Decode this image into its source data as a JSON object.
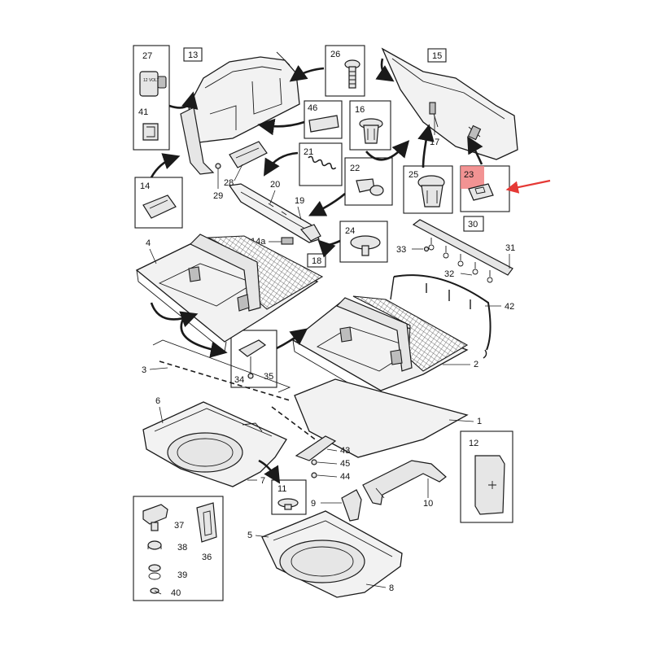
{
  "labels": {
    "l1": "1",
    "l2": "2",
    "l3": "3",
    "l4": "4",
    "l5": "5",
    "l6": "6",
    "l7": "7",
    "l8": "8",
    "l9": "9",
    "l10": "10",
    "l11": "11",
    "l12": "12",
    "l13": "13",
    "l14": "14",
    "l14a": "14a",
    "l15": "15",
    "l16": "16",
    "l17": "17",
    "l18": "18",
    "l19": "19",
    "l20": "20",
    "l21": "21",
    "l22": "22",
    "l23": "23",
    "l24": "24",
    "l25": "25",
    "l26": "26",
    "l27": "27",
    "l28": "28",
    "l29": "29",
    "l30": "30",
    "l31": "31",
    "l32": "32",
    "l33": "33",
    "l34": "34",
    "l35": "35",
    "l36": "36",
    "l37": "37",
    "l38": "38",
    "l39": "39",
    "l40": "40",
    "l41": "41",
    "l42": "42",
    "l43": "43",
    "l44": "44",
    "l45": "45",
    "l46": "46"
  },
  "plug_text": "12 VOLT",
  "colors": {
    "line": "#1a1a1a",
    "highlight": "#f08080",
    "highlight_arrow": "#e53935"
  }
}
